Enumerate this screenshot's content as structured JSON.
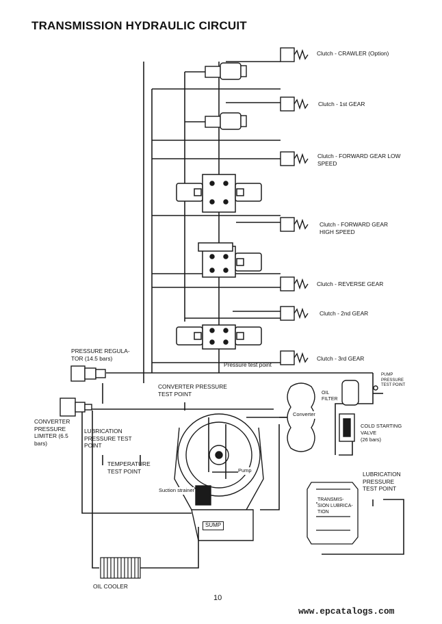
{
  "title": "TRANSMISSION HYDRAULIC CIRCUIT",
  "clutches": [
    {
      "label": "Clutch - CRAWLER (Option)"
    },
    {
      "label": "Clutch - 1st GEAR"
    },
    {
      "label": "Clutch - FORWARD GEAR LOW\nSPEED"
    },
    {
      "label": "Clutch - FORWARD GEAR\nHIGH SPEED"
    },
    {
      "label": "Clutch - REVERSE GEAR"
    },
    {
      "label": "Clutch - 2nd GEAR"
    },
    {
      "label": "Clutch - 3rd GEAR"
    }
  ],
  "components": {
    "pressure_regulator": "PRESSURE REGULA-\nTOR (14.5 bars)",
    "pressure_test_point": "Pressure test point",
    "converter_pressure_test_point": "CONVERTER PRESSURE\nTEST POINT",
    "converter_pressure_limiter": "CONVERTER\nPRESSURE\nLIMITER (6.5\nbars)",
    "lubrication_pressure_test_point_left": "LUBRICATION\nPRESSURE TEST\nPOINT",
    "temperature_test_point": "TEMPERATURE\nTEST POINT",
    "oil_filter": "OIL\nFILTER",
    "pump_pressure_test_point": "PUMP\nPRESSURE\nTEST POINT",
    "converter": "Converter",
    "cold_starting_valve": "COLD STARTING\nVALVE\n(26 bars)",
    "pump": "Pump",
    "suction_strainer": "Suction strainer",
    "sump": "SUMP",
    "lubrication_pressure_test_point_right": "LUBRICATION\nPRESSURE\nTEST POINT",
    "transmission_lubrication": "TRANSMIS-\nSION LUBRICA-\nTION",
    "oil_cooler": "OIL COOLER"
  },
  "page_number": "10",
  "watermark": "www.epcatalogs.com",
  "colors": {
    "line": "#1a1a1a",
    "background": "#ffffff"
  }
}
